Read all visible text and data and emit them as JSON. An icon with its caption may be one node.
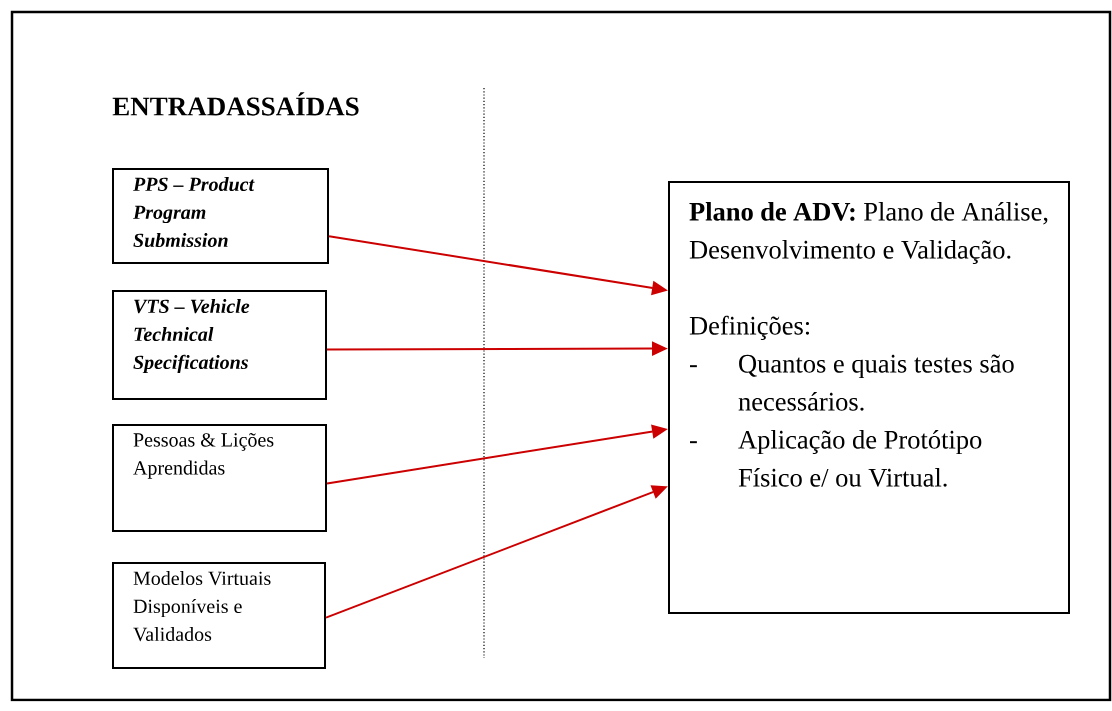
{
  "diagram": {
    "nodes": [
      {
        "text": [
          "PPS – Product Program Submission"
        ]
      },
      {
        "text": [
          "VTS – Vehicle Technical Specifications"
        ]
      },
      {
        "text": [
          "Pessoas & Lições Aprendidas"
        ]
      },
      {
        "text": [
          "Modelos Virtuais Disponíveis e Validados"
        ]
      },
      {
        "text": [
          "**Plano de ADV:** Plano de Análise, Desenvolvimento e Validação.",
          "Definições:",
          "-",
          "Quantos e quais testes são necessários.",
          "-",
          "Aplicação de Protótipo Físico e/ ou Virtual."
        ]
      }
    ],
    "edges": [
      {
        "from": 0,
        "to": 4,
        "arrow": "to"
      },
      {
        "from": 1,
        "to": 4,
        "arrow": "to"
      },
      {
        "from": 2,
        "to": 4,
        "arrow": "to"
      },
      {
        "from": 3,
        "to": 4,
        "arrow": "to"
      }
    ],
    "labels": [
      "ENTRADASSAÍDAS"
    ]
  }
}
